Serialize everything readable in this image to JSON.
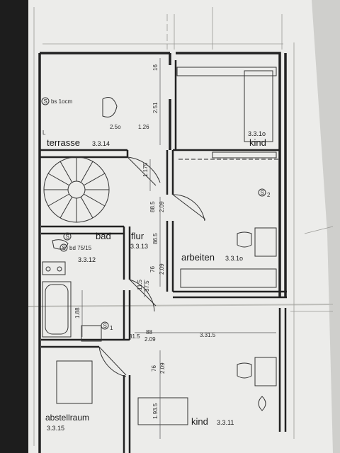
{
  "rooms": {
    "terrasse": {
      "name": "terrasse",
      "number": "3.3.14"
    },
    "kind_top": {
      "name": "kind",
      "number": "3.3.1o"
    },
    "bad": {
      "name": "bad",
      "number": "3.3.12"
    },
    "flur": {
      "name": "flur",
      "number": "3.3.13"
    },
    "arbeiten": {
      "name": "arbeiten",
      "number": "3.3.1o"
    },
    "abstellraum": {
      "name": "abstellraum",
      "number": "3.3.15"
    },
    "kind_bottom": {
      "name": "kind",
      "number": "3.3.11"
    }
  },
  "annotations": {
    "s_terrasse": "S",
    "bs_note": "bs 1ocm",
    "s_kind": "S",
    "s_kind_sub": "2",
    "s_bad": "S",
    "bd_note": "bd 75/15",
    "s_bad_lower": "S",
    "s_bad_lower_sub": "1",
    "l_mark": "L"
  },
  "dimensions": {
    "d_16": "16",
    "d_251": "2.51",
    "d_250": "2.5o",
    "d_126": "1.26",
    "d_1175": "1.175",
    "d_885": "88.5",
    "d_209a": "2.09",
    "d_865": "86.5",
    "d_76a": "76",
    "d_209b": "2.09",
    "d_115": "11.5",
    "d_375": "37.5",
    "d_188": "1.88",
    "d_313": "31.5",
    "d_88": "88",
    "d_209c": "2.09",
    "d_3315": "3.31.5",
    "d_76b": "76",
    "d_209d": "2.09",
    "d_1935": "1.93.5"
  }
}
